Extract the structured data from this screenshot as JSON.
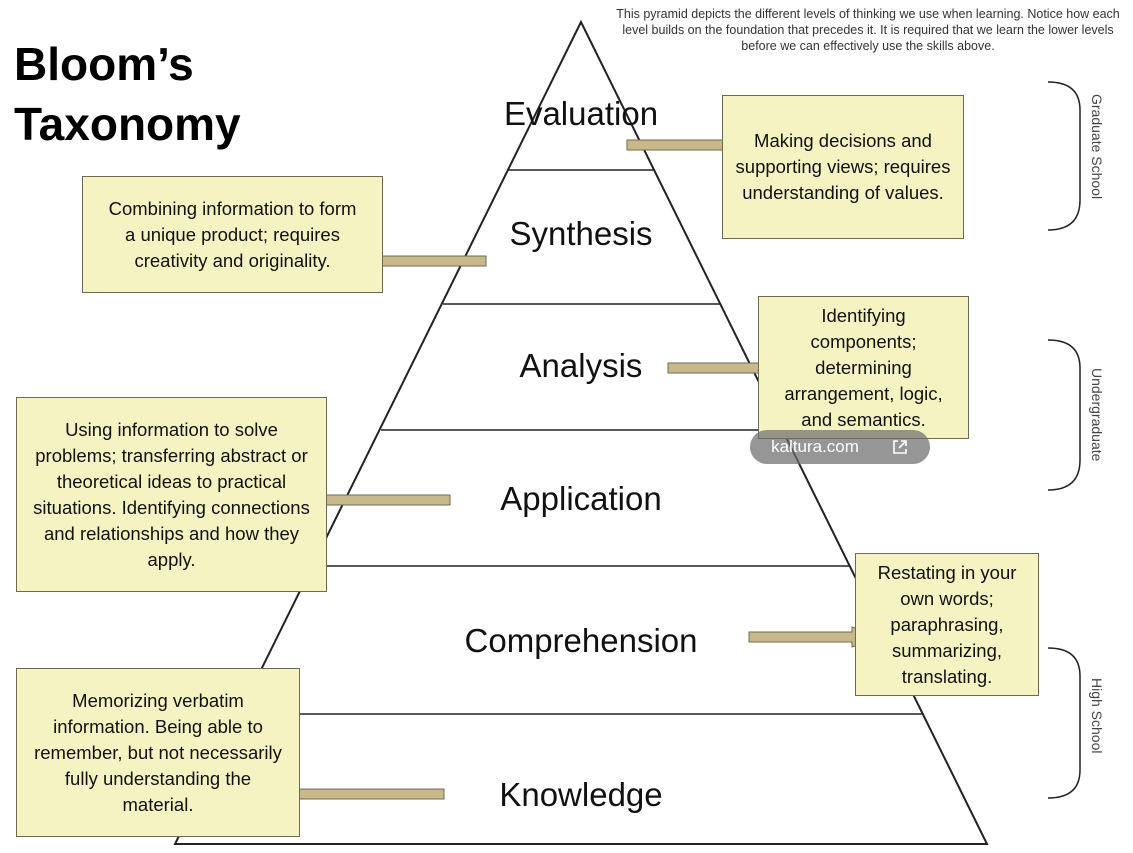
{
  "title_line1": "Bloom’s",
  "title_line2": "Taxonomy",
  "intro": "This pyramid depicts the different levels of thinking we use when learning. Notice how  each level builds on the foundation that precedes it.  It is required that we learn the lower levels before we can effectively use the skills above.",
  "levels": [
    "Evaluation",
    "Synthesis",
    "Analysis",
    "Application",
    "Comprehension",
    "Knowledge"
  ],
  "descriptions": {
    "evaluation": "Making decisions and supporting views; requires understanding of values.",
    "synthesis": "Combining information to form a unique product; requires creativity and originality.",
    "analysis": "Identifying components; determining arrangement, logic, and semantics.",
    "application": "Using information to solve problems; transferring abstract or theoretical ideas to practical situations. Identifying connections and relationships and how they apply.",
    "comprehension": "Restating in your own words; paraphrasing, summarizing, translating.",
    "knowledge": "Memorizing verbatim information. Being able to remember, but not necessarily fully understanding the material."
  },
  "brackets": [
    "Graduate School",
    "Undergraduate",
    "High School"
  ],
  "watermark": {
    "text": "kaltura.com",
    "icon": "external-link-icon"
  },
  "colors": {
    "box_fill": "#f6f3c2",
    "arrow_fill": "#c9b98a"
  }
}
